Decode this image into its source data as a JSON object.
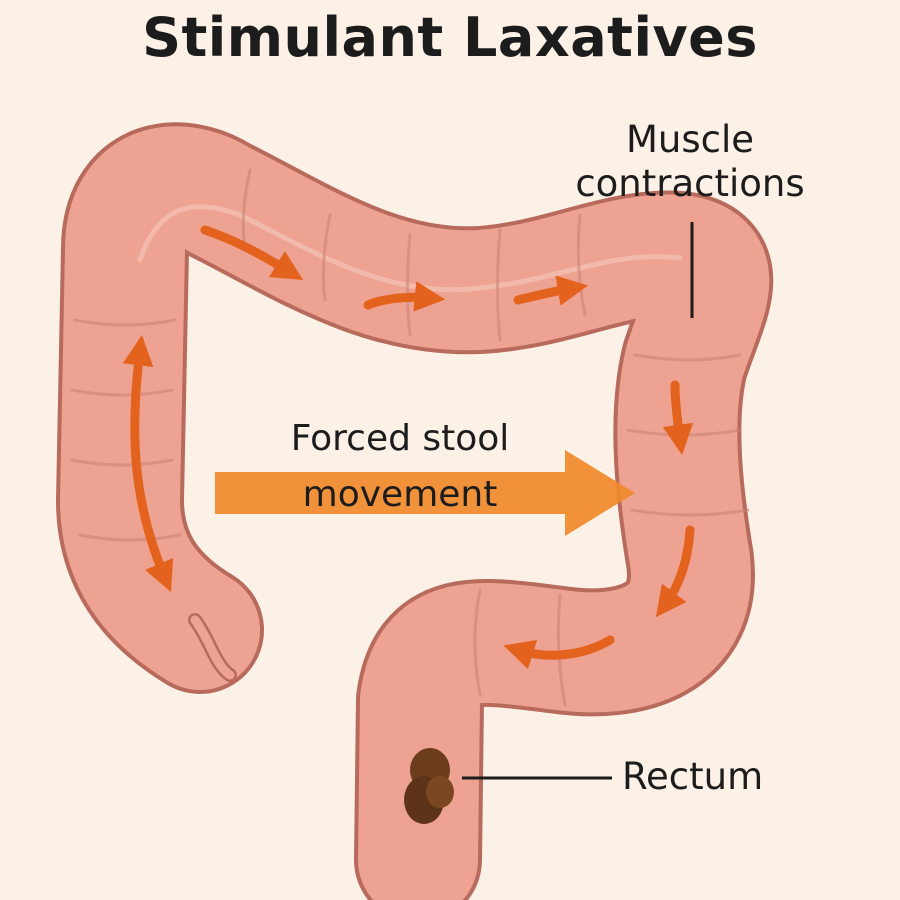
{
  "title": "Stimulant Laxatives",
  "labels": {
    "muscle_line1": "Muscle",
    "muscle_line2": "contractions",
    "forced": "Forced stool",
    "movement": "movement",
    "rectum": "Rectum"
  },
  "colors": {
    "background": "#fcf1e6",
    "colon_outline": "#b86a5c",
    "colon_fill": "#eda292",
    "arrow": "#e3631e",
    "big_arrow": "#f08a2c",
    "stool": "#6b3d1c"
  }
}
